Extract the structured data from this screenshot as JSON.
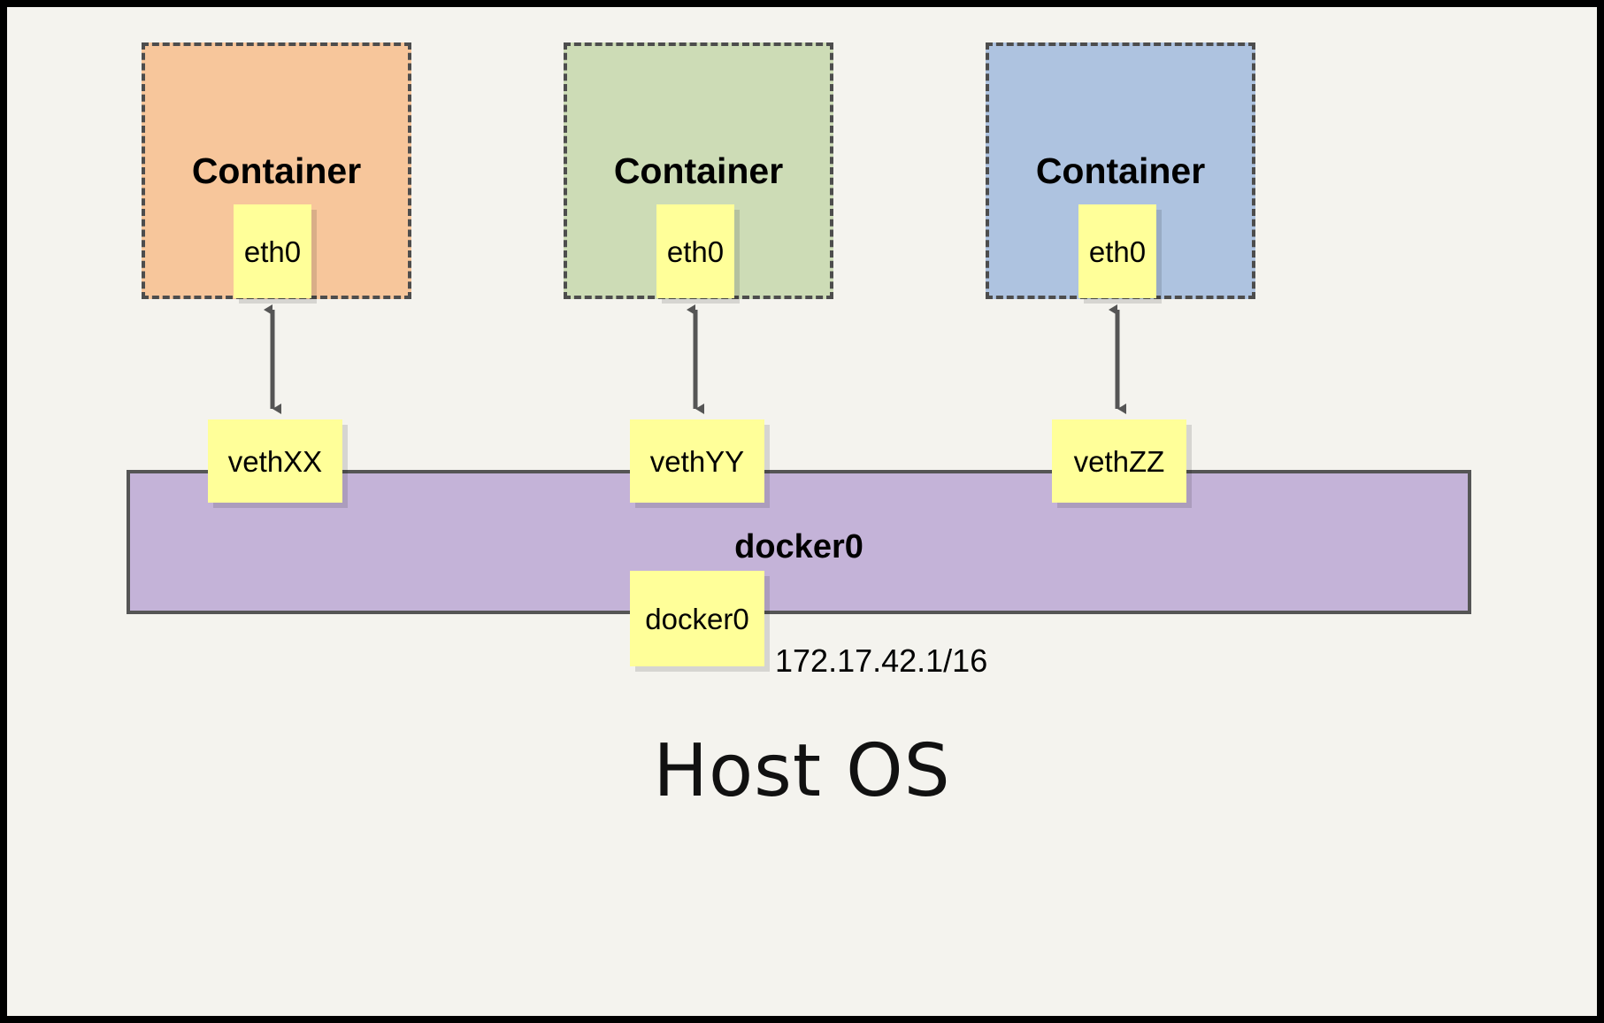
{
  "diagram": {
    "title_bottom": "Host OS",
    "background_color": "#f4f3ee",
    "frame_color": "#000000"
  },
  "containers": [
    {
      "label": "Container",
      "fill_color": "#f7c69b",
      "border_color": "#4d4d4d",
      "interface": {
        "label": "eth0",
        "fill_color": "#ffff99"
      }
    },
    {
      "label": "Container",
      "fill_color": "#cddcb6",
      "border_color": "#4d4d4d",
      "interface": {
        "label": "eth0",
        "fill_color": "#ffff99"
      }
    },
    {
      "label": "Container",
      "fill_color": "#aec3e0",
      "border_color": "#4d4d4d",
      "interface": {
        "label": "eth0",
        "fill_color": "#ffff99"
      }
    }
  ],
  "veths": [
    {
      "label": "vethXX",
      "fill_color": "#ffff99"
    },
    {
      "label": "vethYY",
      "fill_color": "#ffff99"
    },
    {
      "label": "vethZZ",
      "fill_color": "#ffff99"
    }
  ],
  "bridge": {
    "title": "docker0",
    "interface_label": "docker0",
    "ip_address": "172.17.42.1/16",
    "fill_color": "#c4b3d8",
    "border_color": "#555555"
  },
  "arrows": {
    "color": "#555555",
    "count": 3,
    "style": "double-headed-vertical"
  }
}
